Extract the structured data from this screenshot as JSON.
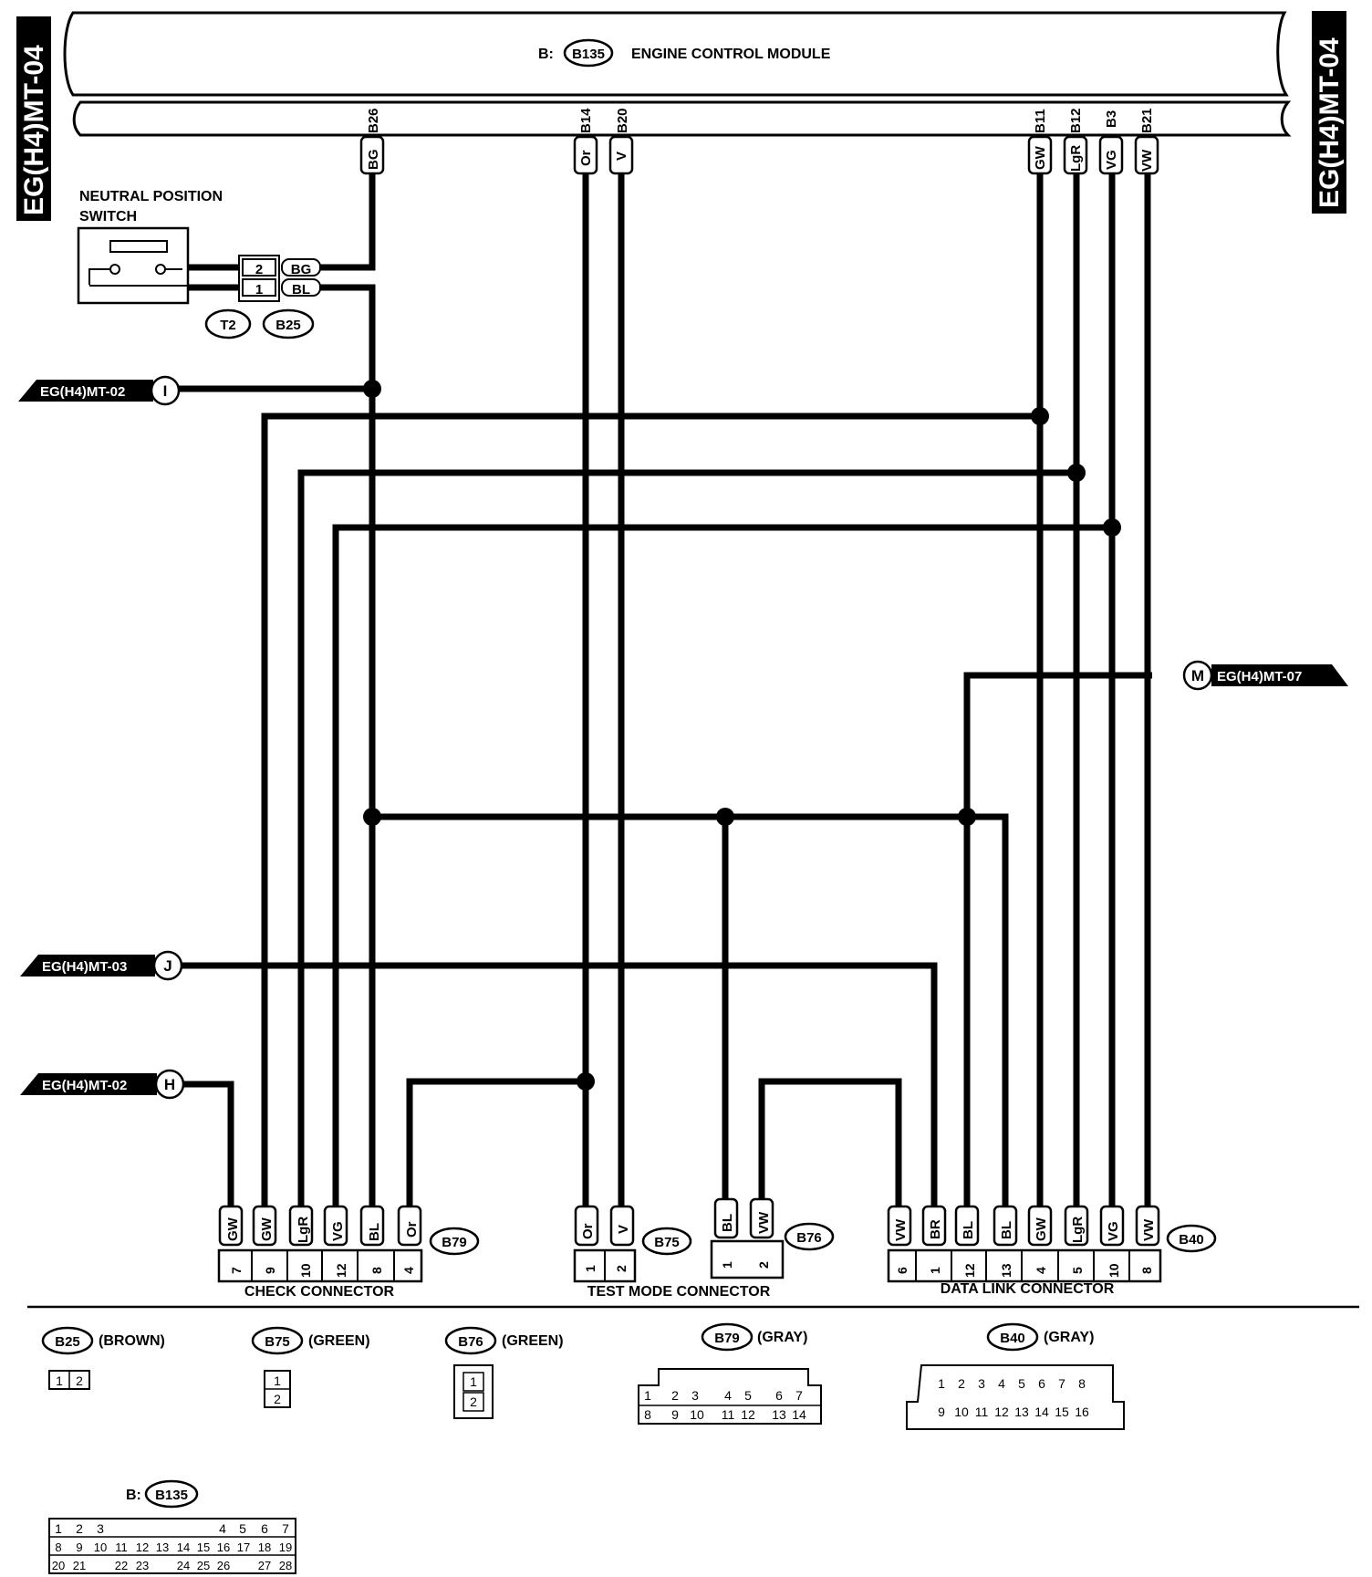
{
  "page_code": "EG(H4)MT-04",
  "ecm": {
    "prefix": "B:",
    "connector": "B135",
    "title": "ENGINE CONTROL MODULE"
  },
  "ecm_pins": [
    {
      "pin": "B26",
      "wire": "BG"
    },
    {
      "pin": "B14",
      "wire": "Or"
    },
    {
      "pin": "B20",
      "wire": "V"
    },
    {
      "pin": "B11",
      "wire": "GW"
    },
    {
      "pin": "B12",
      "wire": "LgR"
    },
    {
      "pin": "B3",
      "wire": "VG"
    },
    {
      "pin": "B21",
      "wire": "VW"
    }
  ],
  "neutral_switch": {
    "title_line1": "NEUTRAL POSITION",
    "title_line2": "SWITCH",
    "pins": [
      {
        "num": "2",
        "wire": "BG"
      },
      {
        "num": "1",
        "wire": "BL"
      }
    ],
    "connectors": [
      "T2",
      "B25"
    ]
  },
  "offpage": [
    {
      "ref": "EG(H4)MT-02",
      "letter": "I"
    },
    {
      "ref": "EG(H4)MT-07",
      "letter": "M"
    },
    {
      "ref": "EG(H4)MT-03",
      "letter": "J"
    },
    {
      "ref": "EG(H4)MT-02",
      "letter": "H"
    }
  ],
  "check_connector": {
    "label": "CHECK CONNECTOR",
    "connector": "B79",
    "pins": [
      {
        "wire": "GW",
        "num": "7"
      },
      {
        "wire": "GW",
        "num": "9"
      },
      {
        "wire": "LgR",
        "num": "10"
      },
      {
        "wire": "VG",
        "num": "12"
      },
      {
        "wire": "BL",
        "num": "8"
      },
      {
        "wire": "Or",
        "num": "4"
      }
    ]
  },
  "test_mode_connector": {
    "label": "TEST MODE CONNECTOR",
    "connector": "B75",
    "pins": [
      {
        "wire": "Or",
        "num": "1"
      },
      {
        "wire": "V",
        "num": "2"
      }
    ]
  },
  "b76_connector": {
    "connector": "B76",
    "pins": [
      {
        "wire": "BL",
        "num": "1"
      },
      {
        "wire": "VW",
        "num": "2"
      }
    ]
  },
  "data_link_connector": {
    "label": "DATA LINK CONNECTOR",
    "connector": "B40",
    "pins": [
      {
        "wire": "VW",
        "num": "6"
      },
      {
        "wire": "BR",
        "num": "1"
      },
      {
        "wire": "BL",
        "num": "12"
      },
      {
        "wire": "BL",
        "num": "13"
      },
      {
        "wire": "GW",
        "num": "4"
      },
      {
        "wire": "LgR",
        "num": "5"
      },
      {
        "wire": "VG",
        "num": "10"
      },
      {
        "wire": "VW",
        "num": "8"
      }
    ]
  },
  "legend": {
    "b25": {
      "connector": "B25",
      "color": "(BROWN)",
      "cells": [
        "1",
        "2"
      ]
    },
    "b75": {
      "connector": "B75",
      "color": "(GREEN)",
      "cells": [
        "1",
        "2"
      ]
    },
    "b76": {
      "connector": "B76",
      "color": "(GREEN)",
      "cells": [
        "1",
        "2"
      ]
    },
    "b79": {
      "connector": "B79",
      "color": "(GRAY)",
      "row1": [
        "1",
        "2",
        "3",
        "4",
        "5",
        "6",
        "7"
      ],
      "row2": [
        "8",
        "9",
        "10",
        "11",
        "12",
        "13",
        "14"
      ]
    },
    "b40": {
      "connector": "B40",
      "color": "(GRAY)",
      "row1": [
        "1",
        "2",
        "3",
        "4",
        "5",
        "6",
        "7",
        "8"
      ],
      "row2": [
        "9",
        "10",
        "11",
        "12",
        "13",
        "14",
        "15",
        "16"
      ]
    },
    "b135": {
      "prefix": "B:",
      "connector": "B135",
      "row1": [
        "1",
        "2",
        "3",
        "4",
        "5",
        "6",
        "7"
      ],
      "row2": [
        "8",
        "9",
        "10",
        "11",
        "12",
        "13",
        "14",
        "15",
        "16",
        "17",
        "18",
        "19"
      ],
      "row3": [
        "20",
        "21",
        "22",
        "23",
        "24",
        "25",
        "26",
        "27",
        "28"
      ]
    }
  }
}
